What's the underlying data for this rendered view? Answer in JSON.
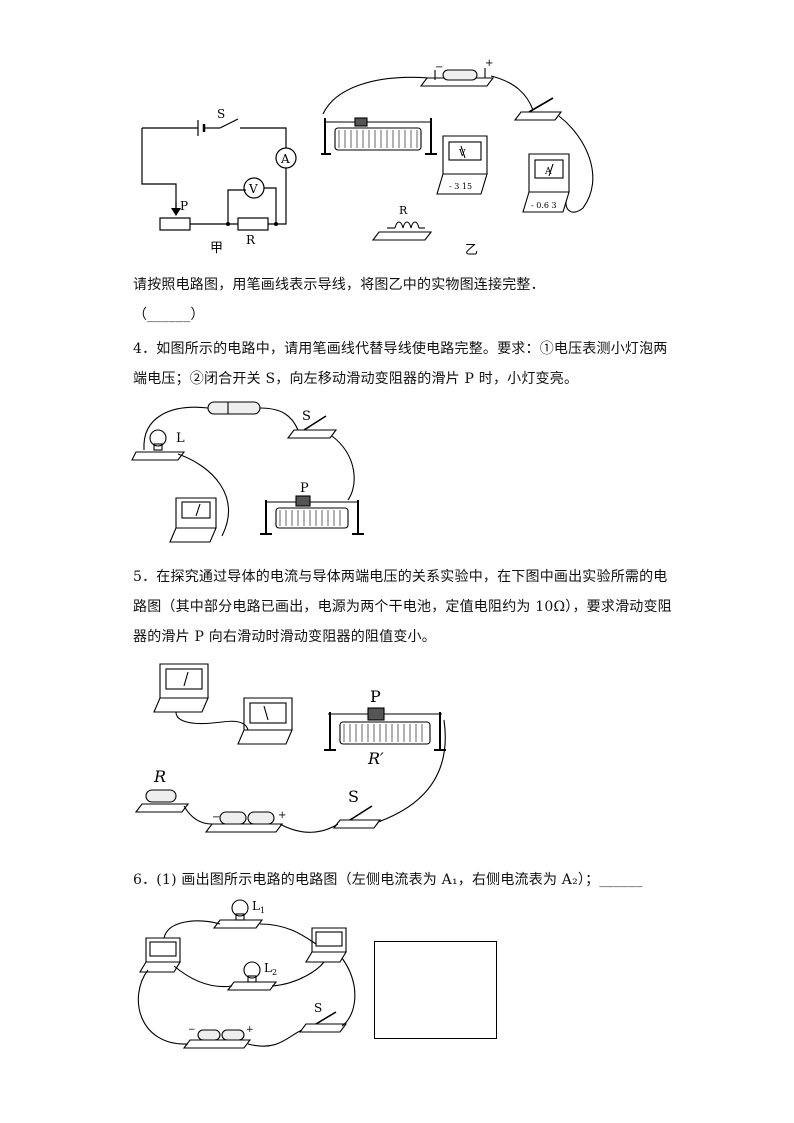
{
  "q3": {
    "labels": {
      "S": "S",
      "A": "A",
      "V": "V",
      "P": "P",
      "R": "R",
      "fig_jia": "甲",
      "fig_yi": "乙",
      "minus": "−",
      "plus": "+",
      "meter_v": "V",
      "meter_a": "A",
      "v_terms": "- 3 15",
      "a_terms": "- 0.6 3",
      "coil_r": "R"
    },
    "instruction": "请按照电路图，用笔画线表示导线，将图乙中的实物图连接完整．",
    "answer_blank": "（______）"
  },
  "q4": {
    "text_line1": "4．如图所示的电路中，请用笔画线代替导线使电路完整。要求：①电压表测小灯泡两",
    "text_line2": "端电压；②闭合开关 S，向左移动滑动变阻器的滑片 P 时，小灯变亮。",
    "labels": {
      "L": "L",
      "S": "S",
      "P": "P"
    }
  },
  "q5": {
    "text_line1": "5．在探究通过导体的电流与导体两端电压的关系实验中，在下图中画出实验所需的电",
    "text_line2": "路图（其中部分电路已画出，电源为两个干电池，定值电阻约为 10Ω），要求滑动变阻",
    "text_line3": "器的滑片 P 向右滑动时滑动变阻器的阻值变小。",
    "labels": {
      "P": "P",
      "R_prime": "R′",
      "R": "R",
      "S": "S",
      "minus": "−",
      "plus": "+"
    }
  },
  "q6": {
    "text_line1": "6．(1) 画出图所示电路的电路图（左侧电流表为 A₁，右侧电流表为 A₂）；______",
    "labels": {
      "L1": "L",
      "L1_sub": "1",
      "L2": "L",
      "L2_sub": "2",
      "S": "S",
      "minus": "−",
      "plus": "+"
    }
  }
}
